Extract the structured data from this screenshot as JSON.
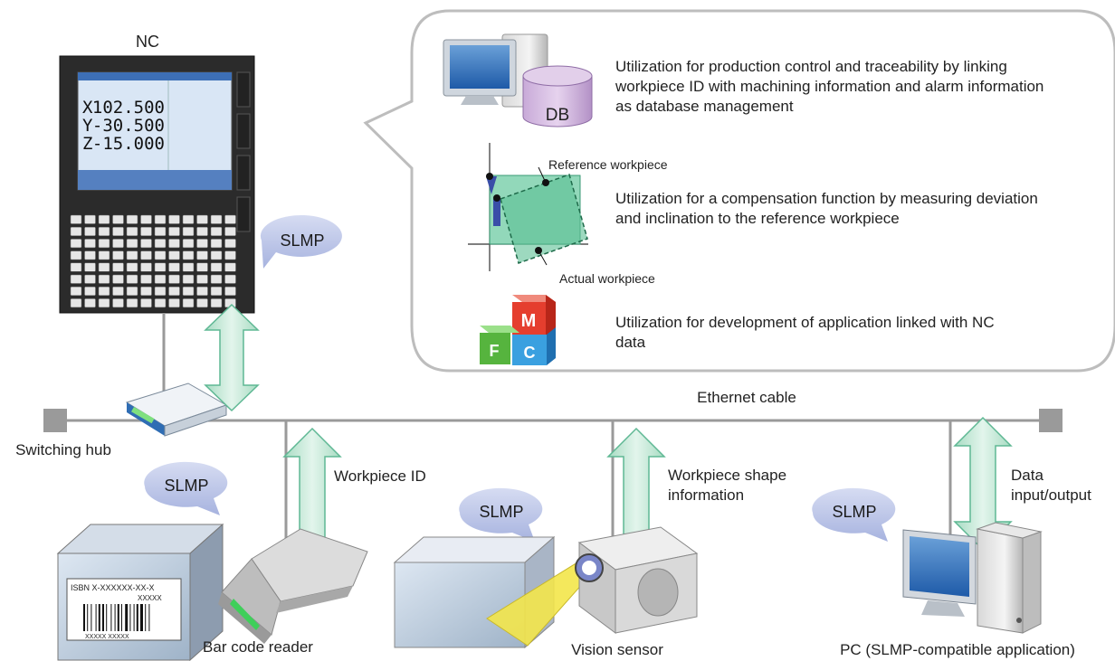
{
  "nc": {
    "title": "NC",
    "axes": [
      "X",
      "Y",
      "Z"
    ],
    "values": [
      "102.500",
      "-30.500",
      "-15.000"
    ]
  },
  "protocol": "SLMP",
  "callout": {
    "db_label": "DB",
    "items": [
      {
        "lines": [
          "Utilization for production control and traceability by linking",
          "workpiece ID with machining information and alarm information",
          "as database management"
        ]
      },
      {
        "lines": [
          "Utilization for a compensation function by measuring deviation",
          "and inclination to the reference workpiece"
        ]
      },
      {
        "lines": [
          "Utilization for development of application linked with NC",
          "data"
        ]
      }
    ],
    "reference_workpiece": "Reference workpiece",
    "actual_workpiece": "Actual workpiece",
    "cube_letters": [
      "M",
      "F",
      "C"
    ]
  },
  "network": {
    "ethernet_cable": "Ethernet cable",
    "switching_hub": "Switching hub"
  },
  "flows": {
    "workpiece_id": "Workpiece ID",
    "shape_info": [
      "Workpiece shape",
      "information"
    ],
    "data_io": [
      "Data",
      "input/output"
    ]
  },
  "devices": {
    "barcode_reader": "Bar code reader",
    "vision_sensor": "Vision sensor",
    "pc": "PC (SLMP-compatible application)"
  },
  "barcode_box": {
    "isbn": "ISBN  X-XXXXXX-XX-X",
    "code": "XXXXX",
    "bottom": "XXXXX XXXXX"
  },
  "colors": {
    "arrow_fill": "#c4e8d8",
    "arrow_stroke": "#5fb894",
    "bubble_fill": "#b9c3e6",
    "cable": "#9a9a9a"
  }
}
